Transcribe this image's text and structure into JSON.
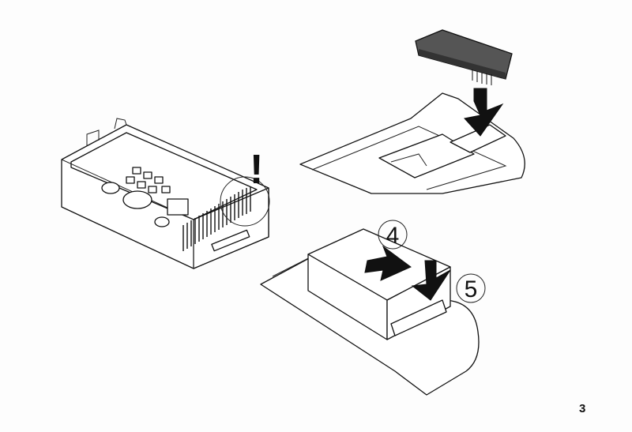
{
  "illustration": {
    "warning_mark": "!",
    "step_labels": [
      "4",
      "5"
    ]
  },
  "page_number": "3"
}
